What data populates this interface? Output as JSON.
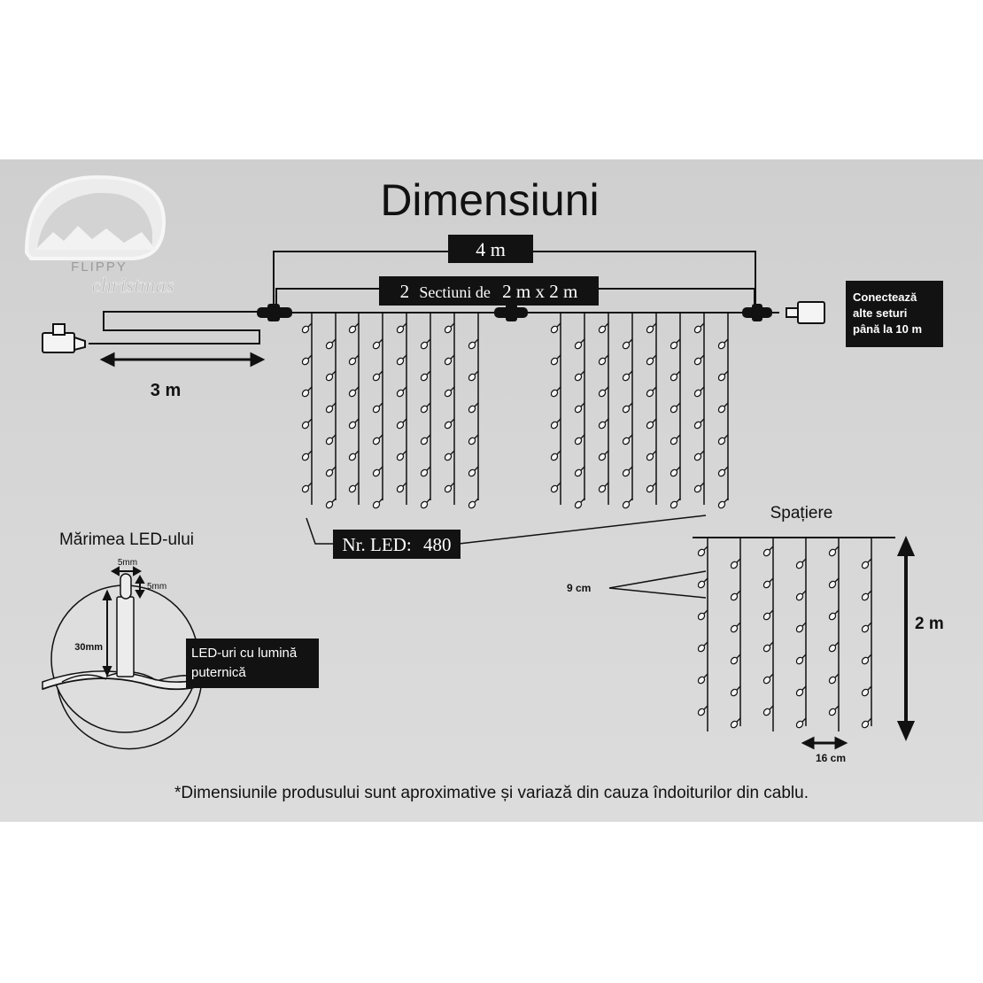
{
  "title": "Dimensiuni",
  "logo": {
    "line1": "FLIPPY",
    "line2": "christmas"
  },
  "width_label": "4 m",
  "sections_label": {
    "count": "2",
    "text": "Sectiuni de",
    "size": "2 m x 2 m"
  },
  "lead_label": "3 m",
  "connect_note": {
    "line1": "Conectează",
    "line2": "alte seturi",
    "line3": "până la 10 m"
  },
  "led_count": {
    "label": "Nr. LED:",
    "value": "480"
  },
  "led_size": {
    "title": "Mărimea LED-ului",
    "top_width": "5mm",
    "top_height": "5mm",
    "height": "30mm",
    "note_line1": "LED-uri cu lumină",
    "note_line2": "puternică"
  },
  "spacing": {
    "title": "Spațiere",
    "vertical": "9 cm",
    "height": "2 m",
    "horizontal": "16 cm"
  },
  "footnote": "*Dimensiunile produsului sunt aproximative și variază din cauza îndoiturilor din cablu.",
  "colors": {
    "panel": "#d4d4d4",
    "ink": "#111111",
    "label_bg": "#121212",
    "label_text": "#ffffff",
    "bulb": "#f4f4f4"
  }
}
